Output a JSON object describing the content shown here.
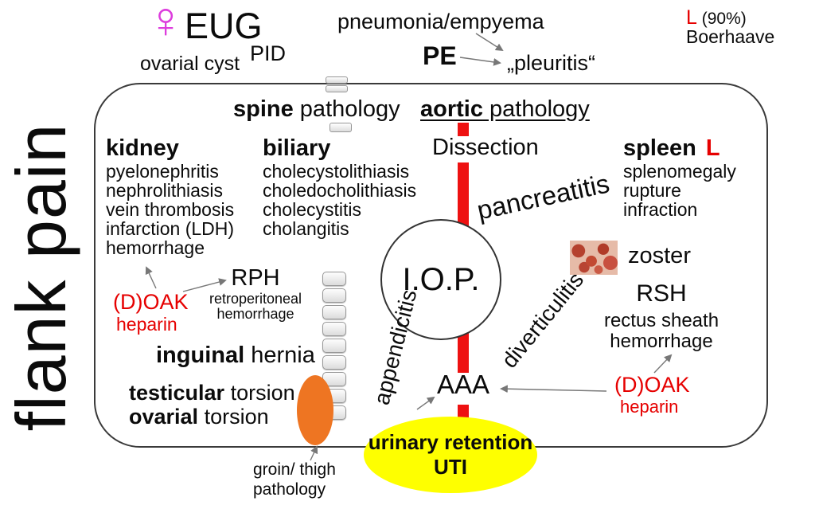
{
  "side_title": "flank pain",
  "colors": {
    "accent_red": "#e60000",
    "aorta_red": "#ee1111",
    "magenta": "#dd3ddd",
    "orange": "#ee7522",
    "yellow": "#feff00"
  },
  "top": {
    "female_symbol": "♀",
    "eug": "EUG",
    "pid": "PID",
    "ovarial_cyst": "ovarial cyst",
    "pneumonia_empyema": "pneumonia/empyema",
    "pe": "PE",
    "pleuritis": "„pleuritis“",
    "l": "L",
    "l_pct": " (90%)",
    "boerhaave": "Boerhaave"
  },
  "headers": {
    "spine_bold": "spine",
    "spine_rest": " pathology",
    "aortic_bold": "aortic",
    "aortic_rest": " pathology"
  },
  "kidney": {
    "title": "kidney",
    "items": [
      "pyelonephritis",
      "nephrolithiasis",
      "vein thrombosis",
      "infarction (LDH)",
      "hemorrhage"
    ]
  },
  "biliary": {
    "title": "biliary",
    "items": [
      "cholecystolithiasis",
      "choledocholithiasis",
      "cholecystitis",
      "cholangitis"
    ]
  },
  "doak_left": {
    "drug": "(D)OAK",
    "anticoagulant": "heparin"
  },
  "rph": {
    "abbr": "RPH",
    "expansion_line1": "retroperitoneal",
    "expansion_line2": "hemorrhage"
  },
  "hernia": {
    "bold": "inguinal",
    "rest": " hernia"
  },
  "testicular": {
    "bold": "testicular",
    "rest": " torsion"
  },
  "ovarial": {
    "bold": "ovarial",
    "rest": " torsion"
  },
  "aorta": {
    "dissection": "Dissection",
    "aaa": "AAA"
  },
  "center": {
    "iop": "I.O.P.",
    "pancreatitis": "pancreatitis",
    "appendicitis": "appendicitis",
    "diverticulitis": "diverticulitis"
  },
  "spleen": {
    "title": "spleen",
    "l": "L",
    "items": [
      "splenomegaly",
      "rupture",
      "infraction"
    ]
  },
  "zoster_label": "zoster",
  "rsh": {
    "abbr": "RSH",
    "expansion_line1": "rectus sheath",
    "expansion_line2": "hemorrhage"
  },
  "doak_right": {
    "drug": "(D)OAK",
    "anticoagulant": "heparin"
  },
  "urinary": {
    "line1": "urinary retention",
    "line2": "UTI"
  },
  "groin": {
    "line1": "groin/ thigh",
    "line2": "pathology"
  }
}
